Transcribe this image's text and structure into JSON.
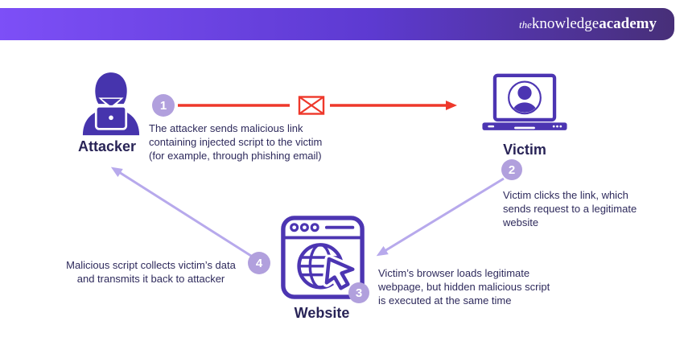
{
  "header": {
    "logo_the": "the",
    "logo_knowledge": "knowledge",
    "logo_academy": "academy"
  },
  "nodes": {
    "attacker": {
      "label": "Attacker",
      "icon": "hooded-hacker-with-laptop"
    },
    "victim": {
      "label": "Victim",
      "icon": "laptop-with-user-avatar"
    },
    "website": {
      "label": "Website",
      "icon": "browser-window-globe-cursor"
    }
  },
  "steps": [
    {
      "number": "1",
      "text": "The attacker sends malicious link\ncontaining injected script to the victim\n(for example, through phishing email)"
    },
    {
      "number": "2",
      "text": "Victim clicks the link, which\nsends request to a legitimate\nwebsite"
    },
    {
      "number": "3",
      "text": "Victim’s browser loads legitimate\nwebpage, but hidden malicious script\nis executed at the same time"
    },
    {
      "number": "4",
      "text": "Malicious script collects victim’s data\nand transmits it back to attacker"
    }
  ],
  "colors": {
    "header_gradient_left": "#7d4ff7",
    "header_gradient_right": "#472f78",
    "icon_purple": "#4634ad",
    "outline_purple": "#4c35b2",
    "badge_lavender": "#b1a0dd",
    "arrow_lavender": "#b7a9ec",
    "arrow_red": "#ee382b",
    "text_navy": "#2e2a5c"
  }
}
